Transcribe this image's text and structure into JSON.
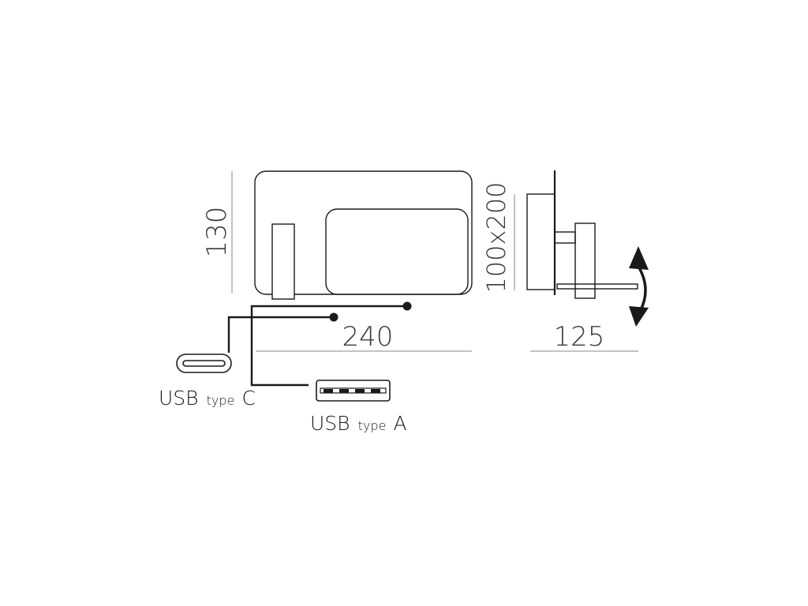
{
  "dimensions": {
    "height": "130",
    "width": "240",
    "panel": "100x200",
    "depth": "125"
  },
  "ports": {
    "usb_c": {
      "main": "USB",
      "sub": "type",
      "letter": "C"
    },
    "usb_a": {
      "main": "USB",
      "sub": "type",
      "letter": "A"
    }
  },
  "colors": {
    "line": "#1a1a1a",
    "dimension_line": "#8a8a8a"
  }
}
